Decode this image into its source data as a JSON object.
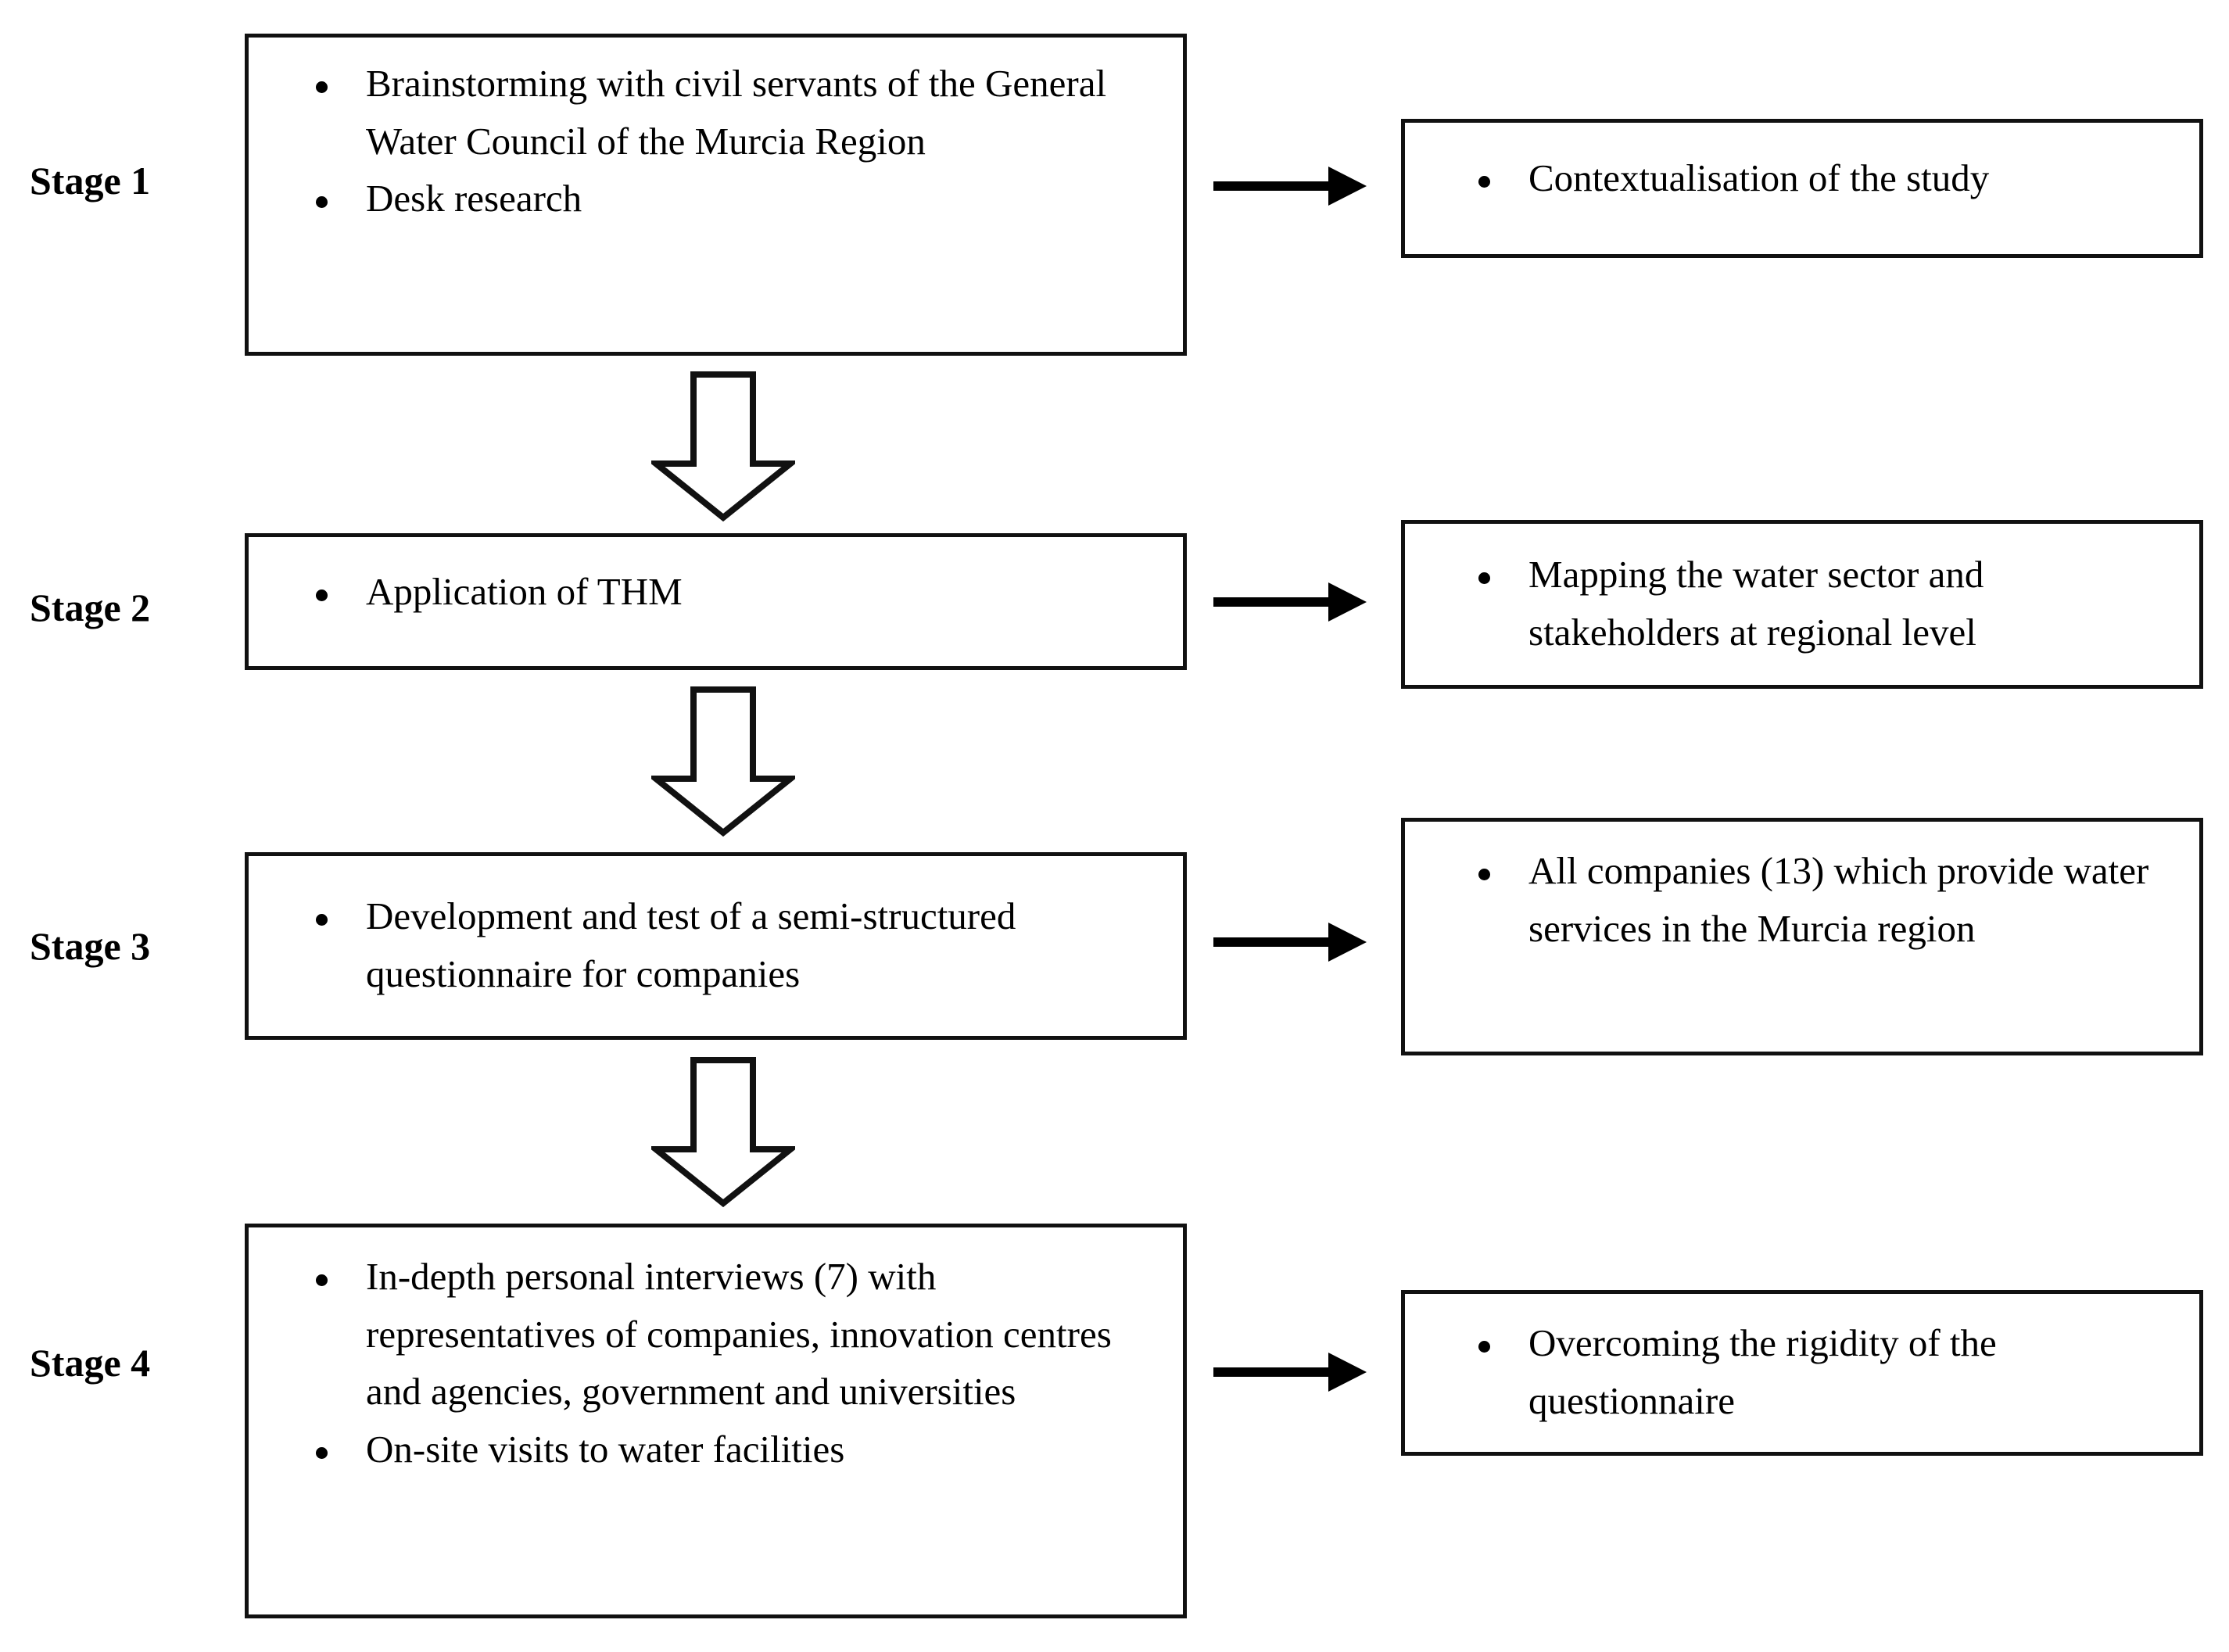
{
  "figure": {
    "type": "flow-diagram",
    "title": "Research methodology stages",
    "orientation": "vertical-with-outcomes",
    "colors": {
      "stroke": "#111111",
      "fill": "#ffffff",
      "text": "#000000",
      "arrow": "#000000"
    }
  },
  "stages": [
    {
      "label": "Stage 1",
      "activities": [
        "Brainstorming with civil servants of the General Water Council of the Murcia Region",
        "Desk research"
      ],
      "outcomes": [
        "Contextualisation of the study"
      ]
    },
    {
      "label": "Stage 2",
      "activities": [
        "Application of THM"
      ],
      "outcomes": [
        "Mapping the water sector and stakeholders at regional level"
      ]
    },
    {
      "label": "Stage 3",
      "activities": [
        "Development and test of a semi-structured questionnaire for companies"
      ],
      "outcomes": [
        "All companies (13) which provide water services in the Murcia  region"
      ]
    },
    {
      "label": "Stage 4",
      "activities": [
        "In-depth personal interviews (7) with representatives of companies, innovation centres and agencies, government and universities",
        "On-site visits to water facilities"
      ],
      "outcomes": [
        "Overcoming the rigidity of the questionnaire"
      ]
    }
  ],
  "connectors": {
    "down_arrow_icon": "down-block-arrow-icon",
    "right_arrow_icon": "right-arrow-icon",
    "count_down": 3,
    "count_right": 4
  }
}
